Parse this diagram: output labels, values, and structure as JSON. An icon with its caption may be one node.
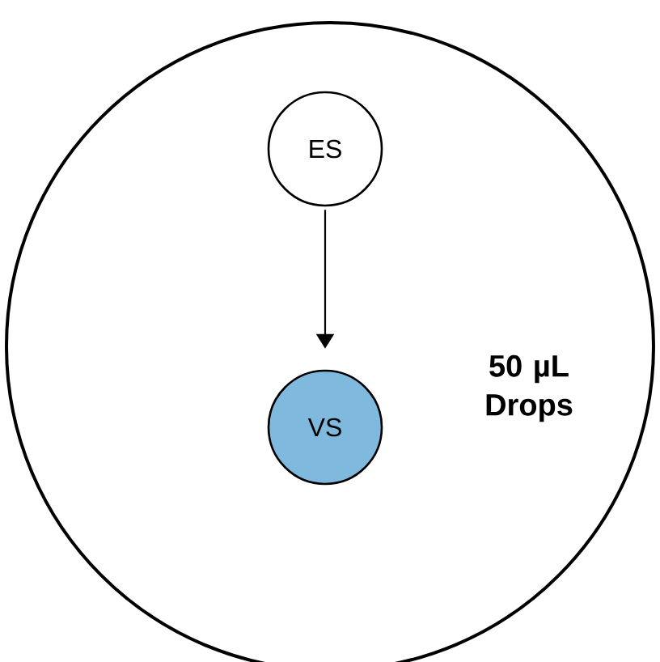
{
  "diagram": {
    "nodes": [
      {
        "text": [
          "50 µL Drops"
        ]
      },
      {
        "text": [
          "ES"
        ],
        "in": 0
      },
      {
        "text": [
          "VS"
        ],
        "in": 0
      }
    ],
    "edges": [
      {
        "from": 1,
        "to": 2,
        "arrow": "to"
      }
    ]
  }
}
